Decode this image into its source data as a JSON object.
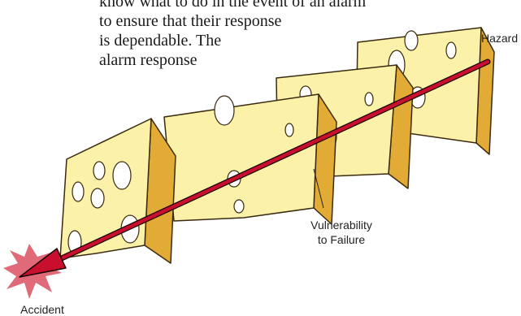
{
  "text_lines": [
    "know what to do in the event of an alarm",
    "to ensure that their response",
    "is dependable. The",
    "alarm response"
  ],
  "labels": {
    "hazard": "Hazard",
    "vulnerability_line1": "Vulnerability",
    "vulnerability_line2": "to Failure",
    "accident": "Accident"
  },
  "colors": {
    "cheese_face": "#fbf1a8",
    "cheese_side": "#e2ab35",
    "cheese_outline": "#3a2a10",
    "arrow": "#c8102e",
    "burst": "#e06a78"
  }
}
